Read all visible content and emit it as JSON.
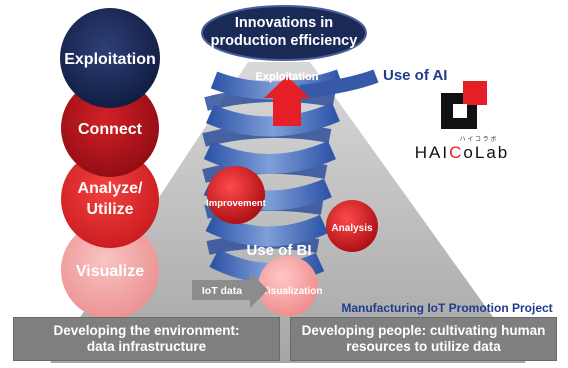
{
  "left_stages": [
    {
      "label": "Exploitation",
      "color": "#1a2a57"
    },
    {
      "label": "Connect",
      "color": "#b0121a"
    },
    {
      "label": "Analyze/\nUtilize",
      "color": "#e0262b"
    },
    {
      "label": "Visualize",
      "color": "#f0a3a3"
    }
  ],
  "top_oval": {
    "line1": "Innovations in",
    "line2": "production efficiency"
  },
  "spiral": {
    "top_label": "Exploitation",
    "improvement": "Improvement",
    "analysis": "Analysis",
    "bi_label": "Use of BI",
    "iot_data": "IoT data",
    "visualization": "Visualization"
  },
  "ai": {
    "label": "Use of AI",
    "ruby": "ハ イ コ ラ ボ",
    "logo_text": "HAICoLab"
  },
  "project_label": "Manufacturing IoT Promotion Project",
  "bottom": {
    "left": {
      "line1": "Developing the environment:",
      "line2": "data infrastructure"
    },
    "right": {
      "line1": "Developing people: cultivating human",
      "line2": "resources to utilize data"
    }
  },
  "colors": {
    "navy": "#1a2a57",
    "red": "#e0262b",
    "blue_text": "#1f3c8f",
    "spiral": "#5b7fc7",
    "gray_bg": "#b7b7b7"
  }
}
